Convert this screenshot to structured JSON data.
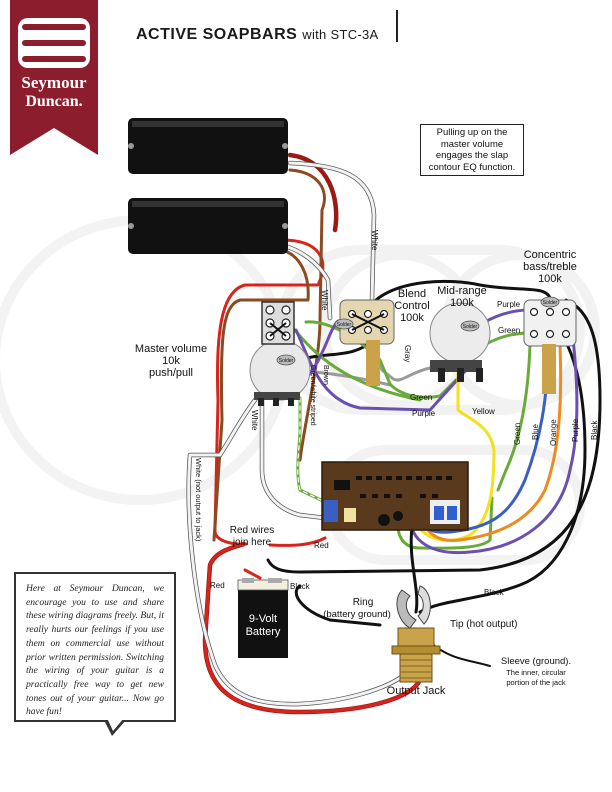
{
  "brand": {
    "name_line1": "Seymour",
    "name_line2": "Duncan.",
    "logo_color": "#8c1d2c"
  },
  "header": {
    "title": "ACTIVE SOAPBARS",
    "subtitle": "with STC-3A"
  },
  "note": {
    "text": "Pulling up on the master volume engages the slap contour EQ function."
  },
  "components": {
    "master_volume": {
      "line1": "Master volume",
      "line2": "10k",
      "line3": "push/pull"
    },
    "blend": {
      "line1": "Blend",
      "line2": "Control",
      "line3": "100k"
    },
    "midrange": {
      "line1": "Mid-range",
      "line2": "100k"
    },
    "concentric": {
      "line1": "Concentric",
      "line2": "bass/treble",
      "line3": "100k"
    },
    "red_join": {
      "line1": "Red wires",
      "line2": "join here"
    },
    "battery": {
      "line1": "9-Volt",
      "line2": "Battery"
    },
    "ring": {
      "line1": "Ring",
      "line2": "(battery ground)"
    },
    "tip": "Tip (hot output)",
    "sleeve": {
      "line1": "Sleeve (ground).",
      "line2": "The inner, circular",
      "line3": "portion of the jack"
    },
    "output_jack": "Output Jack",
    "solder": "Solder"
  },
  "wire_labels": {
    "white": "White",
    "white_short": "White",
    "gray": "Gray",
    "brown": "Brown",
    "green_white": "Green/white striped",
    "white_not_output": "White (not output to jack)",
    "green": "Green",
    "purple": "Purple",
    "yellow": "Yellow",
    "orange": "Orange",
    "blue": "Blue",
    "black": "Black",
    "red": "Red"
  },
  "quote": {
    "text": "Here at Seymour Duncan, we encourage you to use and share these wiring diagrams freely. But, it really hurts our feelings if you use them on commercial use without prior written permission. Switching the wiring of your guitar is a practically free way to get new tones out of your guitar... Now go have fun!"
  },
  "wire_colors": {
    "white": "#f2f2f2",
    "black": "#111111",
    "red": "#d9241c",
    "brown": "#8a4a22",
    "green": "#6aaa3a",
    "purple": "#6a4fb0",
    "yellow": "#f3e11f",
    "orange": "#f08a1e",
    "blue": "#3b5fc0",
    "gray": "#9a9a9a"
  }
}
